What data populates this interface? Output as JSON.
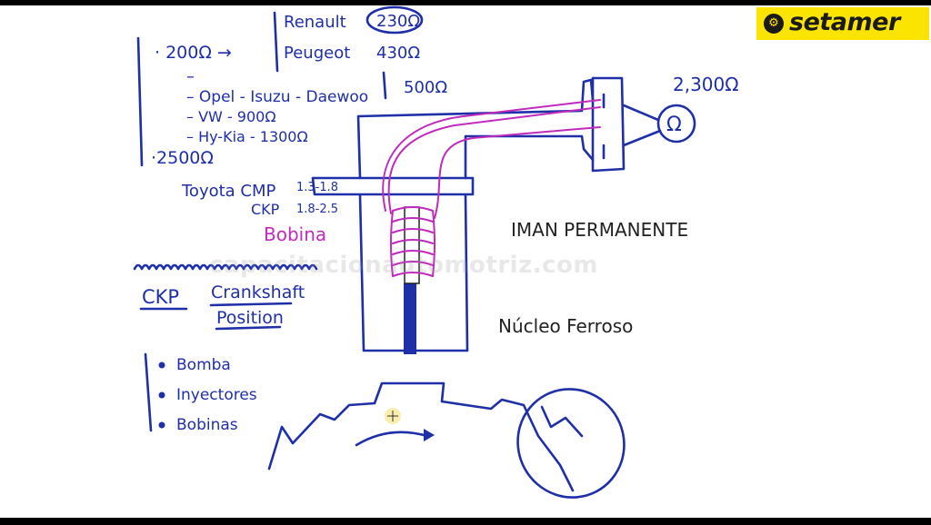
{
  "brand": {
    "name": "setamer",
    "icon": "wrench-gear-icon",
    "color": "#fbe400"
  },
  "watermark": "capacitacionautomotriz.com",
  "notes": {
    "v200": "· 200Ω →",
    "renault": "Renault",
    "renault_val": "230Ω",
    "peugeot": "Peugeot",
    "peugeot_val": "430Ω",
    "dash1": "–",
    "opel": "– Opel - Isuzu - Daewoo",
    "opel_val": "500Ω",
    "vw": "– VW - 900Ω",
    "hyundai": "– Hy-Kia - 1300Ω",
    "v2500": "·2500Ω",
    "toyota": "Toyota CMP",
    "toyota_cmp": "1.3-1.8",
    "ckp_short": "CKP",
    "ckp_range": "1.8-2.5",
    "bobina": "Bobina",
    "ckp_title": "CKP",
    "crankshaft": "Crankshaft",
    "position": "Position",
    "bullets": [
      "Bomba",
      "Inyectores",
      "Bobinas"
    ]
  },
  "diagram": {
    "iman": "IMAN PERMANENTE",
    "nucleo": "Núcleo Ferroso",
    "meter_val": "2,300Ω",
    "meter_symbol": "Ω"
  }
}
